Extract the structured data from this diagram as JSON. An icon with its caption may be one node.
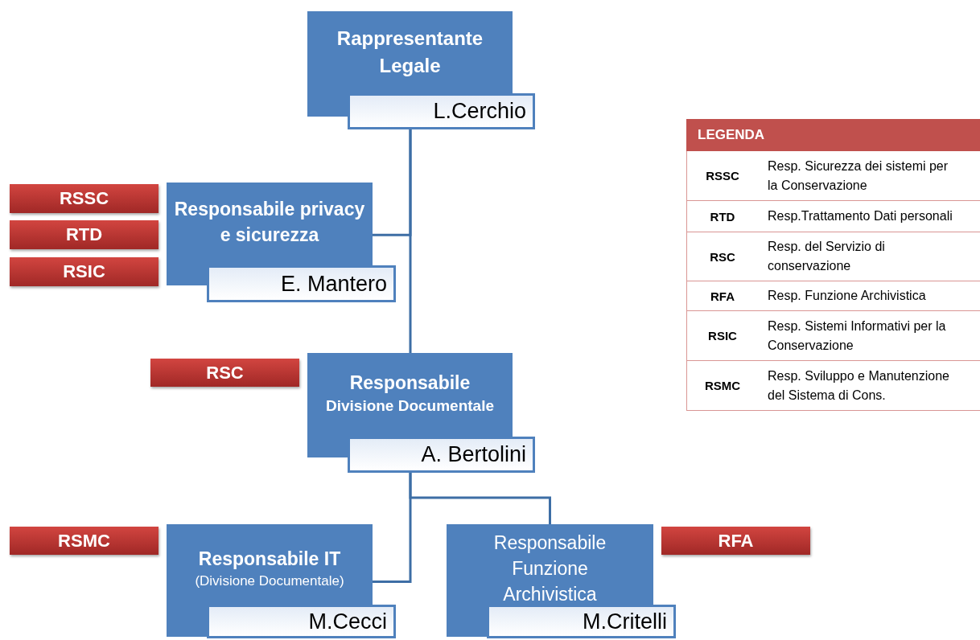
{
  "diagram": {
    "nodes": [
      {
        "text": [
          "Rappresentante Legale",
          "L.Cerchio"
        ]
      },
      {
        "text": [
          "Responsabile privacy e sicurezza",
          "E. Mantero"
        ]
      },
      {
        "text": [
          "Responsabile",
          "Divisione Documentale",
          "A. Bertolini"
        ]
      },
      {
        "text": [
          "Responsabile IT",
          "(Divisione Documentale)",
          "M.Cecci"
        ]
      },
      {
        "text": [
          "Responsabile Funzione Archivistica",
          "M.Critelli"
        ]
      },
      {
        "text": [
          "RSSC"
        ]
      },
      {
        "text": [
          "RTD"
        ]
      },
      {
        "text": [
          "RSIC"
        ]
      },
      {
        "text": [
          "RSC"
        ]
      },
      {
        "text": [
          "RSMC"
        ]
      },
      {
        "text": [
          "RFA"
        ]
      }
    ],
    "edges": [
      {
        "from": 0,
        "to": 1,
        "arrow": "none"
      },
      {
        "from": 0,
        "to": 2,
        "arrow": "none"
      },
      {
        "from": 2,
        "to": 3,
        "arrow": "none"
      },
      {
        "from": 2,
        "to": 4,
        "arrow": "none"
      }
    ],
    "labels": [
      "LEGENDA",
      "RSSC",
      "Resp. Sicurezza dei sistemi per la Conservazione",
      "RTD",
      "Resp.Trattamento Dati personali",
      "RSC",
      "Resp. del Servizio di conservazione",
      "RFA",
      "Resp. Funzione Archivistica",
      "RSIC",
      "Resp. Sistemi Informativi per la Conservazione",
      "RSMC",
      "Resp. Sviluppo e Manutenzione del Sistema  di Cons."
    ]
  }
}
